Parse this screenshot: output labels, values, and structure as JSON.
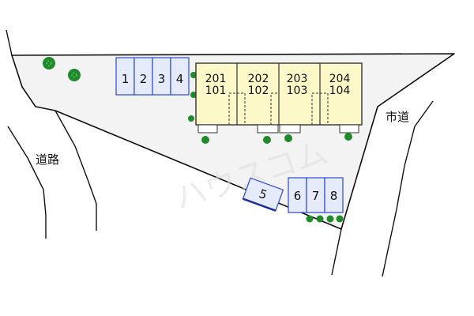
{
  "labels": {
    "road_left": "道路",
    "road_right": "市道",
    "watermark": "ハウスコム"
  },
  "units": [
    {
      "floor2": "201",
      "floor1": "101"
    },
    {
      "floor2": "202",
      "floor1": "102"
    },
    {
      "floor2": "203",
      "floor1": "103"
    },
    {
      "floor2": "204",
      "floor1": "104"
    }
  ],
  "parking_top": [
    "1",
    "2",
    "3",
    "4"
  ],
  "parking_single": "5",
  "parking_bottom": [
    "6",
    "7",
    "8"
  ],
  "colors": {
    "lot_fill": "#f3f3f3",
    "building_fill": "#fdf8c8",
    "parking_fill": "#e6ebfb",
    "parking_stroke": "#3a55d0",
    "tree": "#1f8a2a",
    "line": "#111111"
  }
}
